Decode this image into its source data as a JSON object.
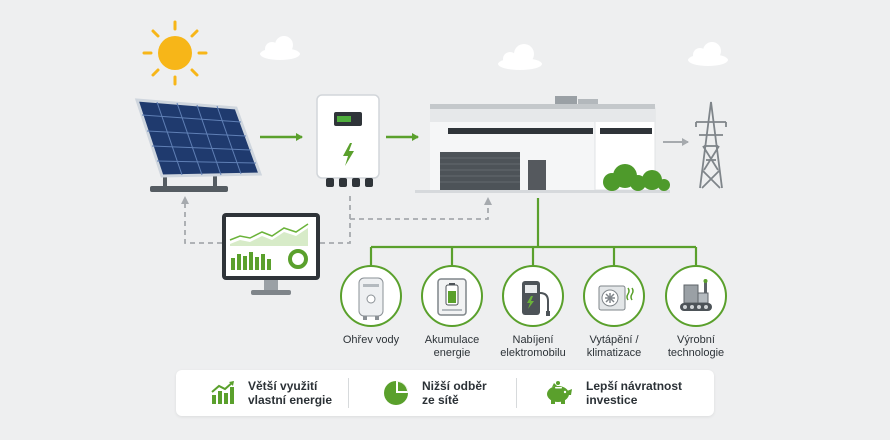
{
  "consumers": [
    {
      "lines": [
        "Ohřev vody"
      ],
      "icon": "water-heater-icon"
    },
    {
      "lines": [
        "Akumulace",
        "energie"
      ],
      "icon": "battery-storage-icon"
    },
    {
      "lines": [
        "Nabíjení",
        "elektromobilu"
      ],
      "icon": "ev-charger-icon"
    },
    {
      "lines": [
        "Vytápění /",
        "klimatizace"
      ],
      "icon": "heat-pump-icon"
    },
    {
      "lines": [
        "Výrobní",
        "technologie"
      ],
      "icon": "machinery-icon"
    }
  ],
  "benefits": [
    {
      "lines": [
        "Větší využití",
        "vlastní energie"
      ],
      "icon": "growth-chart-icon"
    },
    {
      "lines": [
        "Nižší odběr",
        "ze sítě"
      ],
      "icon": "pie-chart-icon"
    },
    {
      "lines": [
        "Lepší návratnost",
        "investice"
      ],
      "icon": "piggy-bank-icon"
    }
  ],
  "colors": {
    "accent_green": "#5aa02c",
    "arrow_gray": "#a6aaae",
    "background": "#eeeff0"
  }
}
